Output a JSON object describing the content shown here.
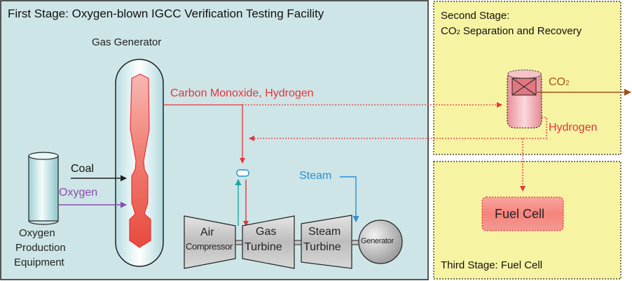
{
  "colors": {
    "panel1_bg": "#cde5e6",
    "panel2_bg": "#f6f3a3",
    "red": "#e8333a",
    "purple": "#8a4bb0",
    "blue": "#2a8fd6",
    "brown": "#a0521a",
    "dark": "#222222"
  },
  "first_stage": {
    "title": "First Stage: Oxygen-blown IGCC Verification Testing Facility",
    "gas_generator_label": "Gas Generator",
    "oxygen_equipment_label": [
      "Oxygen",
      "Production",
      "Equipment"
    ],
    "coal_label": "Coal",
    "oxygen_label": "Oxygen",
    "co_h2_label": "Carbon Monoxide, Hydrogen",
    "steam_label": "Steam",
    "air_compressor": {
      "line1": "Air",
      "line2": "Compressor"
    },
    "gas_turbine": {
      "line1": "Gas",
      "line2": "Turbine"
    },
    "steam_turbine": {
      "line1": "Steam",
      "line2": "Turbine"
    },
    "generator_label": "Generator"
  },
  "second_stage": {
    "title_line1": "Second Stage:",
    "title_co2": "CO",
    "title_co2_sub": "2",
    "title_rest": " Separation and Recovery",
    "co2_label": "CO",
    "co2_sub": "2",
    "hydrogen_label": "Hydrogen"
  },
  "third_stage": {
    "title": "Third Stage: Fuel Cell",
    "fuel_cell_label": "Fuel Cell"
  }
}
